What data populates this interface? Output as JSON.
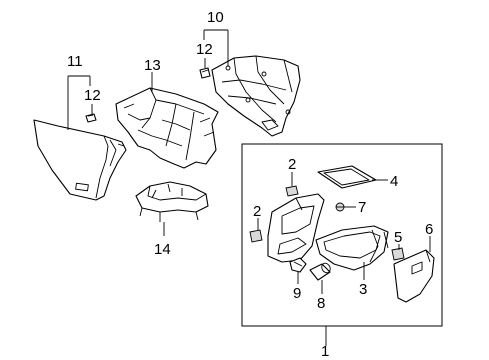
{
  "diagram": {
    "callouts": {
      "c1": "1",
      "c2a": "2",
      "c2b": "2",
      "c3": "3",
      "c4": "4",
      "c5": "5",
      "c6": "6",
      "c7": "7",
      "c8": "8",
      "c9": "9",
      "c10": "10",
      "c11": "11",
      "c12a": "12",
      "c12b": "12",
      "c13": "13",
      "c14": "14"
    }
  }
}
